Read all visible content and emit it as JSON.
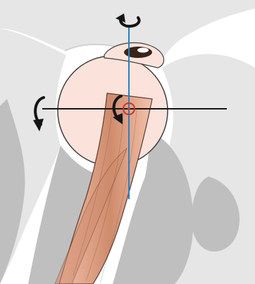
{
  "diagram": {
    "kind": "eye-rotation-axes",
    "labels": [],
    "icons": [
      "orbit-bone-shape",
      "eyeball-shape",
      "cornea-pupil-shape",
      "extraocular-muscle-shape",
      "vertical-axis-line",
      "horizontal-axis-line",
      "torsion-axis-marker",
      "rotation-arrow-icon"
    ],
    "colors": {
      "background": "#ffffff",
      "bone_light": "#e6e6e6",
      "bone_dark": "#bfbfbf",
      "bone_edge": "#d2d2d2",
      "eyeball_fill": "#fbe3dc",
      "eyeball_stroke": "#404040",
      "muscle_light": "#f3c2ab",
      "muscle_dark": "#cf8b6c",
      "muscle_stroke": "#5a3a30",
      "vertical_axis": "#2b7fc0",
      "horizontal_axis": "#151515",
      "axis_marker": "#c0392b",
      "arrows": "#151515",
      "pupil": "#3a2418"
    }
  }
}
